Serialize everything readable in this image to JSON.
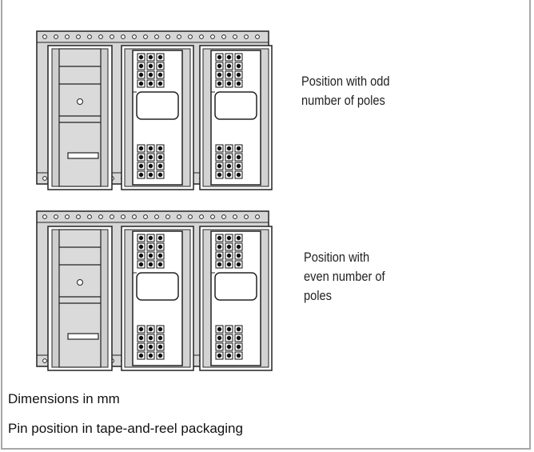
{
  "figure": {
    "top_label": [
      "Position with odd",
      "number of poles"
    ],
    "bottom_label": [
      "Position with",
      "even number of",
      "poles"
    ],
    "caption_dimensions": "Dimensions in mm",
    "caption_title": "Pin position in tape-and-reel packaging"
  }
}
